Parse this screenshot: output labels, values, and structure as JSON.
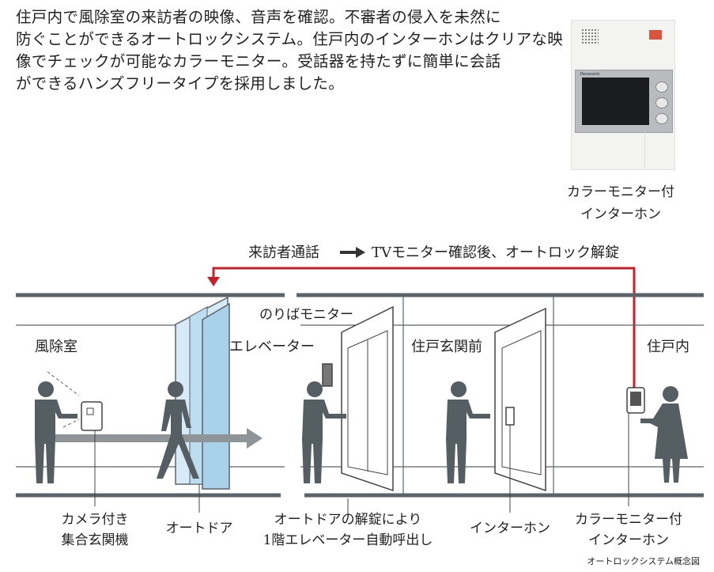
{
  "intro": {
    "lines": [
      "住戸内で風除室の来訪者の映像、音声を確認。不審者の侵入を未然に",
      "防ぐことができるオートロックシステム。住戸内のインターホンはクリアな映",
      "像でチェックが可能なカラーモニター。受話器を持たずに簡単に会話",
      "ができるハンズフリータイプを採用しました。"
    ]
  },
  "device": {
    "brand": "Panasonic",
    "caption": [
      "カラーモニター付",
      "インターホン"
    ]
  },
  "flow": {
    "step1": "来訪者通話",
    "step2": "TVモニター確認後、オートロック解錠",
    "accent_color": "#c8202a"
  },
  "areas": {
    "vestibule": "風除室",
    "elevator": "エレベーター",
    "landing_monitor": "のりばモニター",
    "entrance": "住戸玄関前",
    "dwelling": "住戸内"
  },
  "labels": {
    "camera_panel": [
      "カメラ付き",
      "集合玄関機"
    ],
    "auto_door": "オートドア",
    "elevator_call": [
      "オートドアの解錠により",
      "1階エレベーター自動呼出し"
    ],
    "door_intercom": "インターホン",
    "monitor_intercom": [
      "カラーモニター付",
      "インターホン"
    ]
  },
  "caption": "オートロックシステム概念図"
}
